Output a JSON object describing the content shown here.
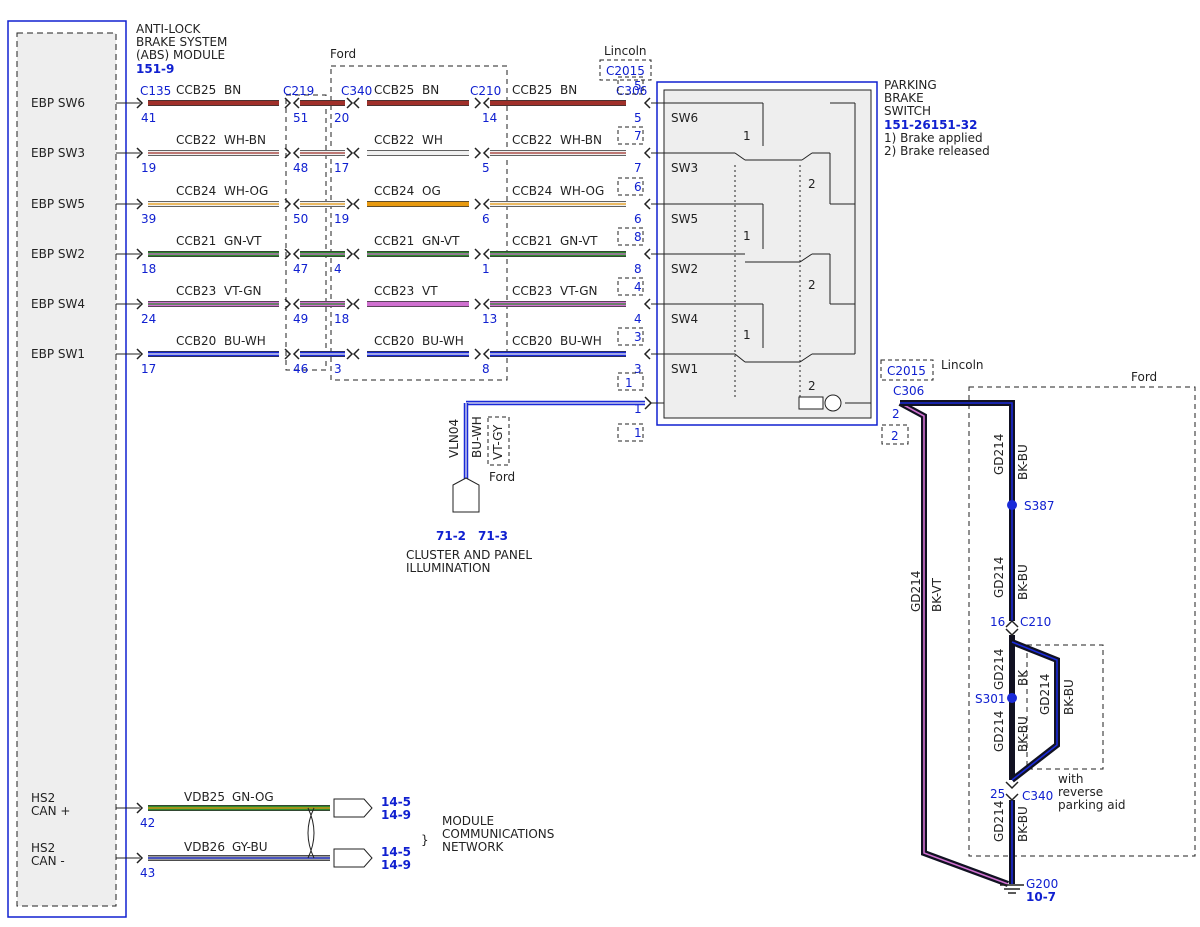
{
  "colors": {
    "ref_blue": "#1020d0",
    "module_fill": "#eeeeee",
    "BN": "#a0302a",
    "OG": "#e89a10",
    "GN": "#2e8a2e",
    "VT": "#d070d0",
    "BU": "#1a2ad8",
    "WH": "#f0f0f0",
    "BK": "#111122",
    "GY": "#9a9a9a"
  },
  "abs": {
    "title_lines": [
      "ANTI-LOCK",
      "BRAKE SYSTEM",
      "(ABS) MODULE"
    ],
    "ref": "151-9"
  },
  "pbs": {
    "title_lines": [
      "PARKING",
      "BRAKE",
      "SWITCH"
    ],
    "ref": "151-26151-32",
    "notes": [
      "1) Brake applied",
      "2) Brake released"
    ]
  },
  "labels": {
    "ford_top": "Ford",
    "lincoln_top": "Lincoln",
    "c2015": "C2015",
    "c306": "C306",
    "lincoln_right": "Lincoln",
    "ford_right": "Ford",
    "ford_small": "Ford",
    "cluster_lines": [
      "CLUSTER AND PANEL",
      "ILLUMINATION"
    ],
    "cluster_ref_a": "71-2",
    "cluster_ref_b": "71-3",
    "mcn_lines": [
      "MODULE",
      "COMMUNICATIONS",
      "NETWORK"
    ],
    "with_lines": [
      "with",
      "reverse",
      "parking aid"
    ],
    "g200": "G200",
    "g200_ref": "10-7",
    "s387": "S387",
    "s301": "S301",
    "c210_r": "C210",
    "c340_r": "C340",
    "pin_16": "16",
    "pin_25": "25",
    "pin_c306_a": "2",
    "pin_c306_b": "2"
  },
  "connectors": [
    "C135",
    "C219",
    "C340",
    "C210",
    "C306"
  ],
  "signals": [
    {
      "name": "EBP SW6",
      "circuit": "CCB25",
      "color_a": "BN",
      "color_b": "BN",
      "color_c": "BN",
      "p_abs": "41",
      "p_c219": "51",
      "p_c340": "20",
      "p_c210": "14",
      "p_c306": "5",
      "p_lin": "5",
      "sw": "SW6"
    },
    {
      "name": "EBP SW3",
      "circuit": "CCB22",
      "color_a": "WH-BN",
      "color_b": "WH",
      "color_c": "WH-BN",
      "p_abs": "19",
      "p_c219": "48",
      "p_c340": "17",
      "p_c210": "5",
      "p_c306": "7",
      "p_lin": "7",
      "sw": "SW3"
    },
    {
      "name": "EBP SW5",
      "circuit": "CCB24",
      "color_a": "WH-OG",
      "color_b": "OG",
      "color_c": "WH-OG",
      "p_abs": "39",
      "p_c219": "50",
      "p_c340": "19",
      "p_c210": "6",
      "p_c306": "6",
      "p_lin": "6",
      "sw": "SW5"
    },
    {
      "name": "EBP SW2",
      "circuit": "CCB21",
      "color_a": "GN-VT",
      "color_b": "GN-VT",
      "color_c": "GN-VT",
      "p_abs": "18",
      "p_c219": "47",
      "p_c340": "4",
      "p_c210": "1",
      "p_c306": "8",
      "p_lin": "8",
      "sw": "SW2"
    },
    {
      "name": "EBP SW4",
      "circuit": "CCB23",
      "color_a": "VT-GN",
      "color_b": "VT",
      "color_c": "VT-GN",
      "p_abs": "24",
      "p_c219": "49",
      "p_c340": "18",
      "p_c210": "13",
      "p_c306": "4",
      "p_lin": "4",
      "sw": "SW4"
    },
    {
      "name": "EBP SW1",
      "circuit": "CCB20",
      "color_a": "BU-WH",
      "color_b": "BU-WH",
      "color_c": "BU-WH",
      "p_abs": "17",
      "p_c219": "46",
      "p_c340": "3",
      "p_c210": "8",
      "p_c306": "3",
      "p_lin": "3",
      "sw": "SW1"
    }
  ],
  "illum": {
    "p_c306": "1",
    "p_lin": "1",
    "circuit": "VLN04",
    "color_ford": "BU-WH",
    "color_lin": "VT-GY"
  },
  "switch_nums": {
    "one": "1",
    "two": "2"
  },
  "can": [
    {
      "name_lines": [
        "HS2",
        "CAN +"
      ],
      "circuit": "VDB25",
      "color": "GN-OG",
      "pin": "42",
      "ref1": "14-5",
      "ref2": "14-9"
    },
    {
      "name_lines": [
        "HS2",
        "CAN -"
      ],
      "circuit": "VDB26",
      "color": "GY-BU",
      "pin": "43",
      "ref1": "14-5",
      "ref2": "14-9"
    }
  ],
  "ground": {
    "circuit": "GD214",
    "lin_color": "BK-VT",
    "seg1": "BK-BU",
    "seg2": "BK-BU",
    "seg3_left": "BK",
    "seg3_right": "BK-BU",
    "seg4": "BK-BU",
    "seg5": "BK-BU"
  }
}
